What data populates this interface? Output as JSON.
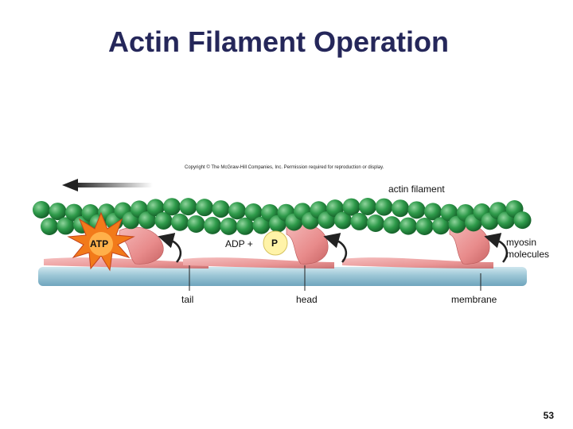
{
  "title": "Actin Filament Operation",
  "copyright": "Copyright © The McGraw-Hill Companies, Inc. Permission required for reproduction or display.",
  "labels": {
    "actin_filament": "actin filament",
    "atp": "ATP",
    "adp": "ADP +",
    "p": "P",
    "myosin": "myosin",
    "molecules": "molecules",
    "tail": "tail",
    "head": "head",
    "membrane": "membrane"
  },
  "page_number": "53",
  "colors": {
    "title": "#25275a",
    "actin_bead": "#2e9a4a",
    "myosin": "#e89a9a",
    "membrane": "#9cc6d6",
    "atp_burst": "#f27a1a",
    "phosphate": "#fff3a8"
  }
}
